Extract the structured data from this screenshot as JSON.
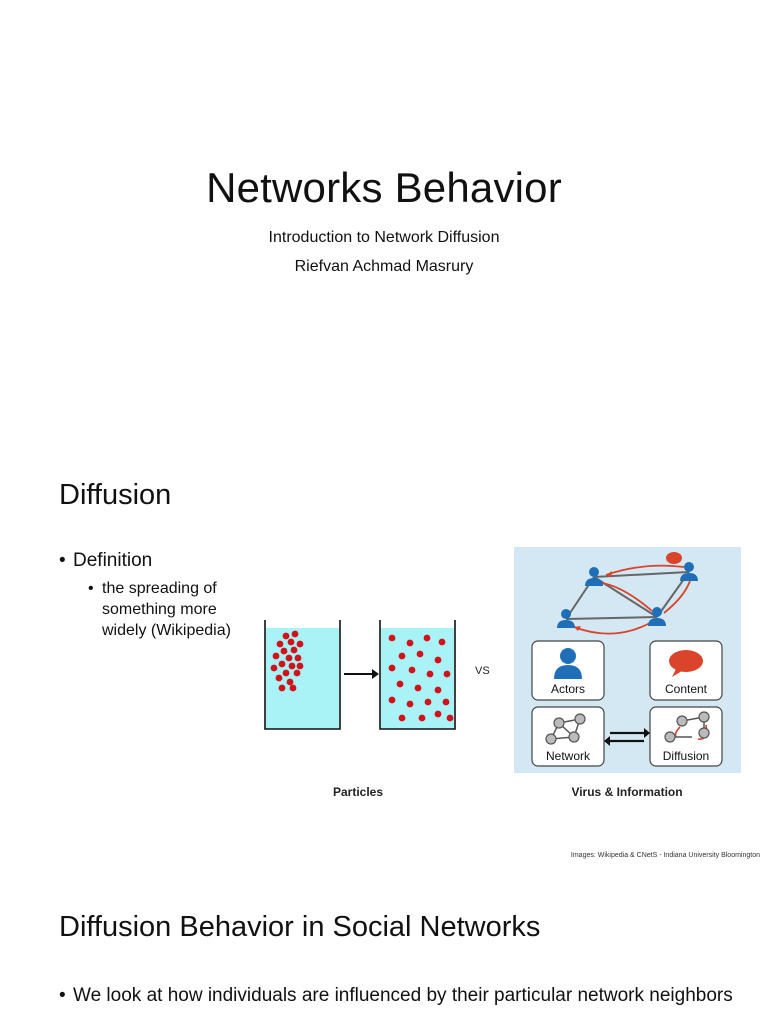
{
  "slides": {
    "title_slide": {
      "title": "Networks Behavior",
      "subtitle_line1": "Introduction to Network Diffusion",
      "subtitle_line2": "Riefvan Achmad Masrury"
    },
    "diffusion_slide": {
      "heading": "Diffusion",
      "bullet_glyph": "•",
      "bullet1": "Definition",
      "bullet2": "the spreading of something more widely (Wikipedia)",
      "vs_label": "VS",
      "caption_left": "Particles",
      "caption_right": "Virus & Information",
      "credit": "Images: Wikipedia & CNetS - Indiana University Bloomington",
      "diagram": {
        "box_actors": "Actors",
        "box_content": "Content",
        "box_network": "Network",
        "box_diffusion": "Diffusion"
      }
    },
    "social_slide": {
      "heading": "Diffusion Behavior in Social Networks",
      "bullet1": "We look at how individuals are influenced by their particular network neighbors"
    }
  },
  "colors": {
    "water": "#a9f2f5",
    "particle": "#d0121b",
    "person": "#1f6fb8",
    "edge_red": "#d9442b",
    "diagram_bg": "#d4e8f3"
  }
}
